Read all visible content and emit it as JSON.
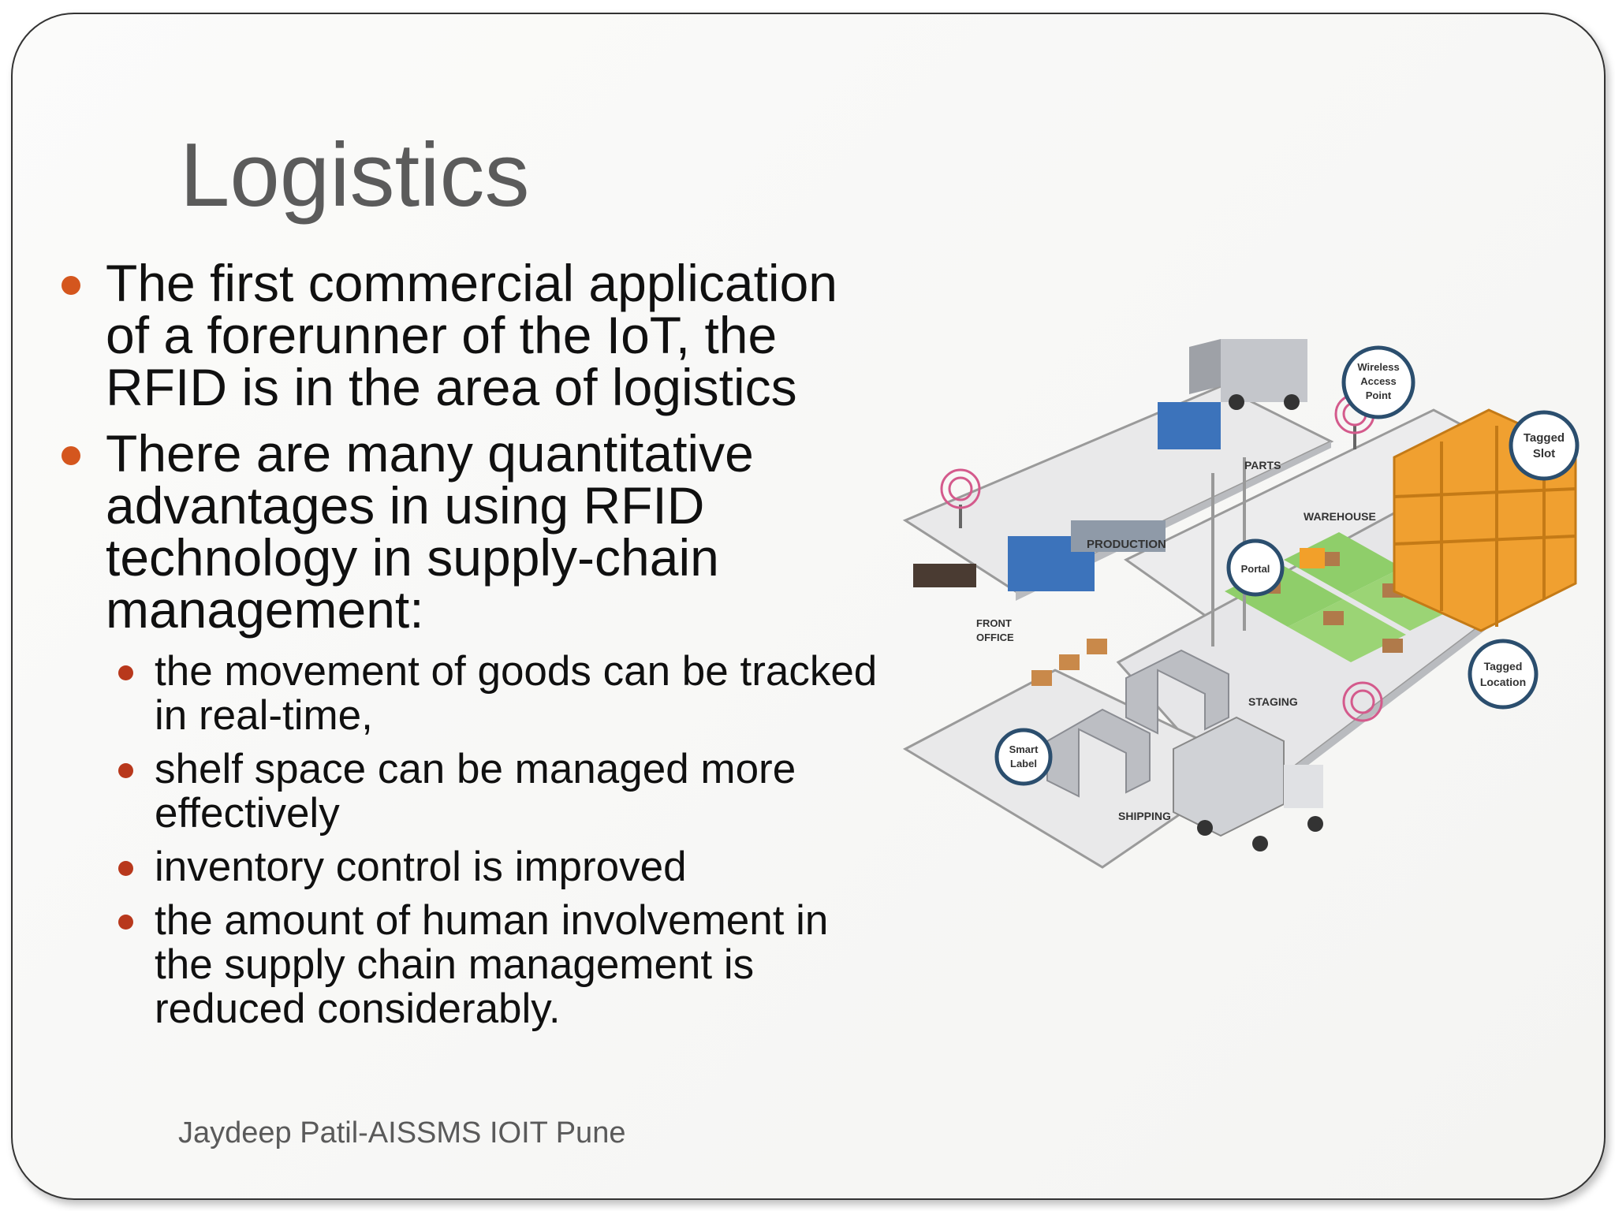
{
  "slide": {
    "title": "Logistics",
    "bullets": [
      {
        "text": "The first commercial application of a forerunner of the IoT, the RFID is in the area of logistics"
      },
      {
        "text": "There are many quantitative advantages in using RFID technology in supply-chain management:"
      }
    ],
    "sub_bullets": [
      {
        "text": "the movement of goods can be tracked in real-time,"
      },
      {
        "text": "shelf space can be managed more effectively"
      },
      {
        "text": "inventory control is improved"
      },
      {
        "text": "the amount of human involvement in the supply chain management is reduced considerably."
      }
    ],
    "footer": "Jaydeep Patil-AISSMS IOIT Pune",
    "bullet_color": "#d4561e",
    "sub_bullet_color": "#b8381c"
  },
  "diagram": {
    "labels": {
      "wireless": [
        "Wireless",
        "Access",
        "Point"
      ],
      "tagged_slot": [
        "Tagged",
        "Slot"
      ],
      "parts": "PARTS",
      "warehouse": "WAREHOUSE",
      "production": "PRODUCTION",
      "portal": "Portal",
      "front_office": [
        "FRONT",
        "OFFICE"
      ],
      "staging": "STAGING",
      "tagged_location": [
        "Tagged",
        "Location"
      ],
      "smart_label": [
        "Smart",
        "Label"
      ],
      "shipping": "SHIPPING"
    },
    "colors": {
      "floor": "#e9e9ea",
      "wall": "#b9bbbf",
      "shelf": "#f0a030",
      "grid": "#8fce6a",
      "machine": "#3c73bb"
    }
  }
}
